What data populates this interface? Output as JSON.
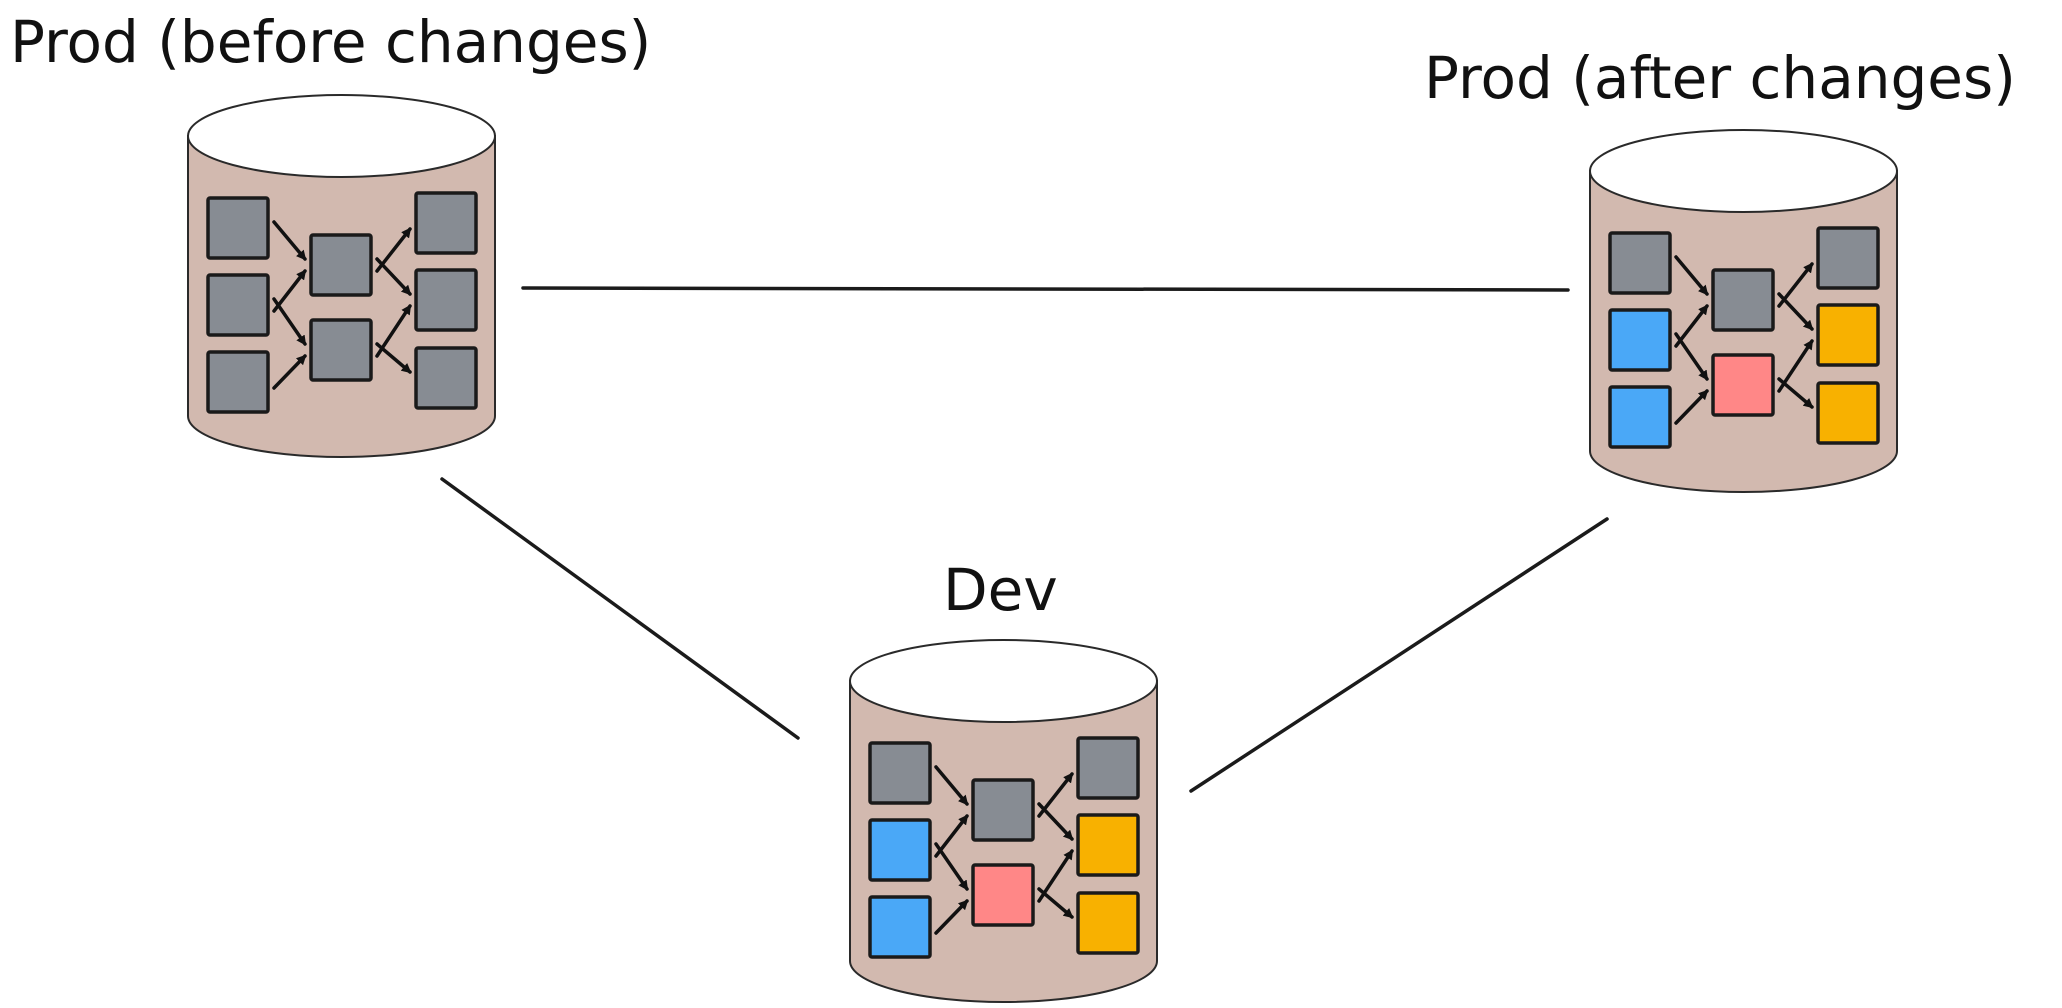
{
  "colors": {
    "background": "#ffffff",
    "cylinder_fill": "#d2b9af",
    "cylinder_top": "#ffffff",
    "stroke": "#1b1b1b",
    "unchanged": "#878c93",
    "new_source": "#4aa8f7",
    "modified": "#ff8787",
    "affected": "#f8b100"
  },
  "legend_mapping": {
    "gray": "unchanged",
    "blue": "new_source",
    "red": "modified",
    "orange": "affected"
  },
  "databases": [
    {
      "id": "prod-before",
      "label": "Prod (before changes)",
      "nodes": {
        "sources": [
          "unchanged",
          "unchanged",
          "unchanged"
        ],
        "middle": [
          "unchanged",
          "unchanged"
        ],
        "outputs": [
          "unchanged",
          "unchanged",
          "unchanged"
        ]
      }
    },
    {
      "id": "prod-after",
      "label": "Prod (after changes)",
      "nodes": {
        "sources": [
          "unchanged",
          "new_source",
          "new_source"
        ],
        "middle": [
          "unchanged",
          "modified"
        ],
        "outputs": [
          "unchanged",
          "affected",
          "affected"
        ]
      }
    },
    {
      "id": "dev",
      "label": "Dev",
      "nodes": {
        "sources": [
          "unchanged",
          "new_source",
          "new_source"
        ],
        "middle": [
          "unchanged",
          "modified"
        ],
        "outputs": [
          "unchanged",
          "affected",
          "affected"
        ]
      }
    }
  ],
  "connections": [
    {
      "from": "prod-before",
      "to": "prod-after"
    },
    {
      "from": "prod-before",
      "to": "dev"
    },
    {
      "from": "dev",
      "to": "prod-after"
    }
  ]
}
